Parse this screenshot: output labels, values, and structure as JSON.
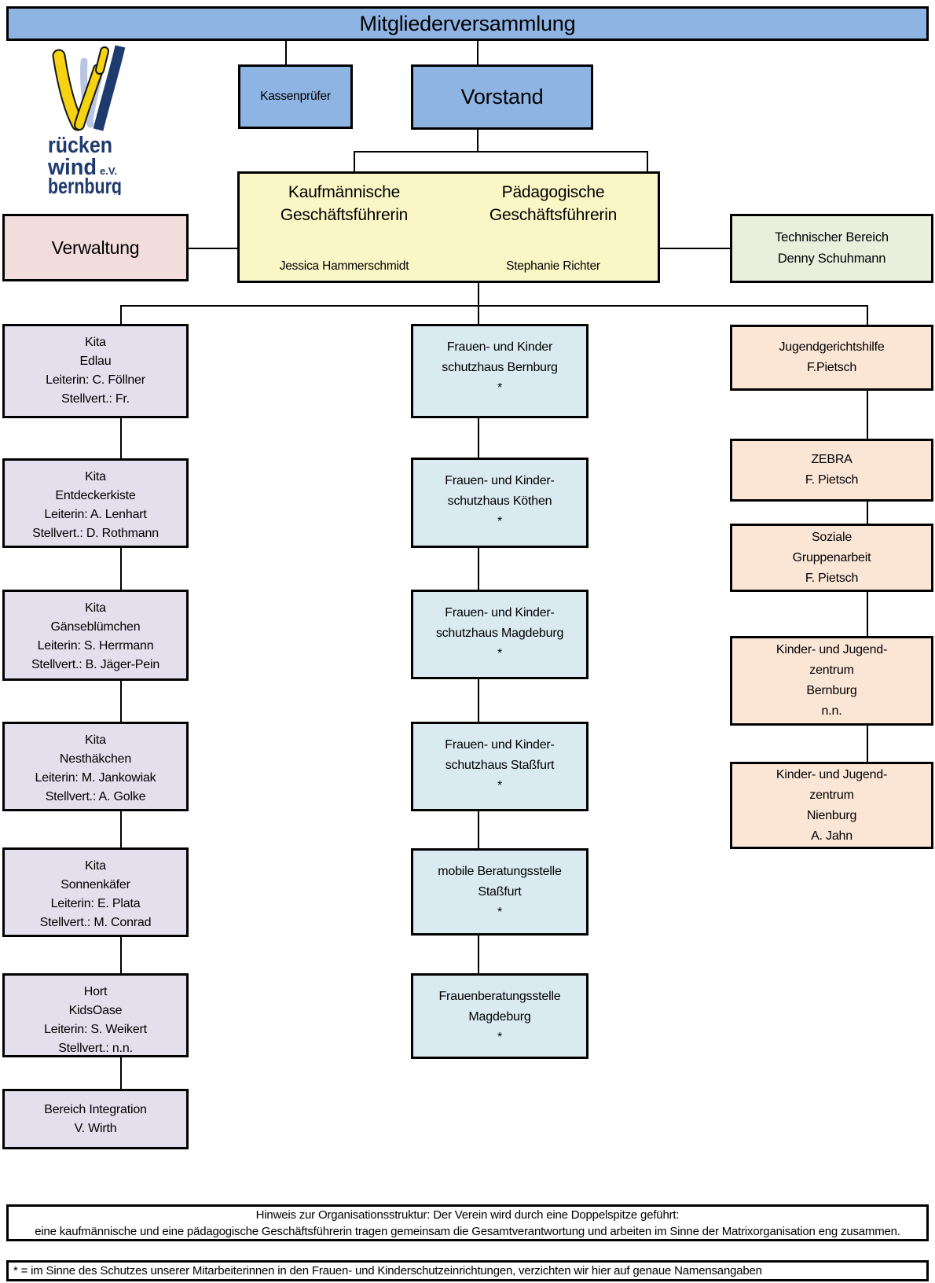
{
  "logo": {
    "name_line1": "rücken",
    "name_line2": "wind",
    "name_suffix": "e.V.",
    "name_line3": "bernburg"
  },
  "top": {
    "assembly": "Mitgliederversammlung",
    "auditor": "Kassenprüfer",
    "board": "Vorstand"
  },
  "management": {
    "commercial": {
      "title_lines": [
        "Kaufmännische",
        "Geschäftsführerin"
      ],
      "name": "Jessica Hammerschmidt"
    },
    "pedagogical": {
      "title_lines": [
        "Pädagogische",
        "Geschäftsführerin"
      ],
      "name": "Stephanie Richter"
    }
  },
  "admin": {
    "label": "Verwaltung"
  },
  "technical": {
    "lines": [
      "Technischer Bereich",
      "Denny Schuhmann"
    ]
  },
  "columns": {
    "left": [
      {
        "lines": [
          "Kita",
          "Edlau",
          "Leiterin: C. Föllner",
          "Stellvert.: Fr."
        ]
      },
      {
        "lines": [
          "Kita",
          "Entdeckerkiste",
          "Leiterin: A. Lenhart",
          "Stellvert.: D. Rothmann"
        ]
      },
      {
        "lines": [
          "Kita",
          "Gänseblümchen",
          "Leiterin: S. Herrmann",
          "Stellvert.: B. Jäger-Pein"
        ]
      },
      {
        "lines": [
          "Kita",
          "Nesthäkchen",
          "Leiterin: M. Jankowiak",
          "Stellvert.: A. Golke"
        ]
      },
      {
        "lines": [
          "Kita",
          "Sonnenkäfer",
          "Leiterin: E. Plata",
          "Stellvert.: M. Conrad"
        ]
      },
      {
        "lines": [
          "Hort",
          "KidsOase",
          "Leiterin: S. Weikert",
          "Stellvert.: n.n."
        ]
      },
      {
        "lines": [
          "Bereich Integration",
          "V. Wirth"
        ]
      }
    ],
    "middle": [
      {
        "lines": [
          "Frauen- und Kinder",
          "schutzhaus Bernburg",
          "*"
        ]
      },
      {
        "lines": [
          "Frauen- und Kinder-",
          "schutzhaus Köthen",
          "*"
        ]
      },
      {
        "lines": [
          "Frauen- und Kinder-",
          "schutzhaus Magdeburg",
          "*"
        ]
      },
      {
        "lines": [
          "Frauen- und Kinder-",
          "schutzhaus Staßfurt",
          "*"
        ]
      },
      {
        "lines": [
          "mobile Beratungsstelle",
          "Staßfurt",
          "*"
        ]
      },
      {
        "lines": [
          "Frauenberatungsstelle",
          "Magdeburg",
          "*"
        ]
      }
    ],
    "right": [
      {
        "lines": [
          "Jugendgerichtshilfe",
          "F.Pietsch"
        ]
      },
      {
        "lines": [
          "ZEBRA",
          "F. Pietsch"
        ]
      },
      {
        "lines": [
          "Soziale",
          "Gruppenarbeit",
          "F. Pietsch"
        ]
      },
      {
        "lines": [
          "Kinder- und Jugend-",
          "zentrum",
          "Bernburg",
          "n.n."
        ]
      },
      {
        "lines": [
          "Kinder- und Jugend-",
          "zentrum",
          "Nienburg",
          "A. Jahn"
        ]
      }
    ]
  },
  "notes": {
    "structure_lines": [
      "Hinweis zur Organisationsstruktur: Der Verein wird durch eine Doppelspitze geführt:",
      "eine kaufmännische und eine pädagogische Geschäftsführerin tragen gemeinsam die Gesamtverantwortung und arbeiten im Sinne der Matrixorganisation eng zusammen."
    ],
    "footnote": "* = im Sinne des Schutzes unserer Mitarbeiterinnen in den Frauen- und Kinderschutzeinrichtungen, verzichten wir hier auf genaue Namensangaben"
  },
  "colors": {
    "box_blue": "#8eb4e3",
    "box_yellow": "#fbf6c5",
    "box_pink": "#f2dddc",
    "box_green": "#e9eedd",
    "box_lavender": "#e4dfec",
    "box_lightblue": "#d9eaf1",
    "box_peach": "#fbe5d5",
    "connector_black": "#000000",
    "logo_navy": "#1e3a6e",
    "logo_yellow": "#f5d212",
    "logo_lightblue": "#b9c5e5"
  }
}
